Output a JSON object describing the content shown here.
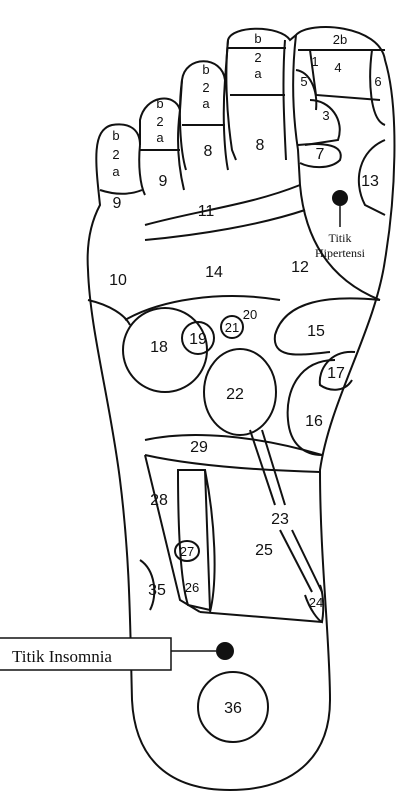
{
  "diagram": {
    "toes": {
      "big_toe": {
        "top": "2b",
        "right_zones": [
          "1",
          "4",
          "6",
          "5",
          "3"
        ]
      },
      "toe2": {
        "b": "b",
        "num": "2",
        "a": "a",
        "base": "8"
      },
      "toe3": {
        "b": "b",
        "num": "2",
        "a": "a",
        "base": "8"
      },
      "toe4": {
        "b": "b",
        "num": "2",
        "a": "a",
        "base": "9"
      },
      "toe5": {
        "b": "b",
        "num": "2",
        "a": "a",
        "base": "9"
      }
    },
    "zones": [
      "7",
      "10",
      "11",
      "12",
      "13",
      "14",
      "15",
      "16",
      "17",
      "18",
      "19",
      "20",
      "21",
      "22",
      "23",
      "24",
      "25",
      "26",
      "27",
      "28",
      "29",
      "35",
      "36"
    ],
    "callouts": {
      "hipertensi_line1": "Titik",
      "hipertensi_line2": "Hipertensi",
      "insomnia": "Titik Insomnia"
    },
    "colors": {
      "line": "#111111",
      "point": "#111111",
      "background": "#ffffff"
    }
  }
}
